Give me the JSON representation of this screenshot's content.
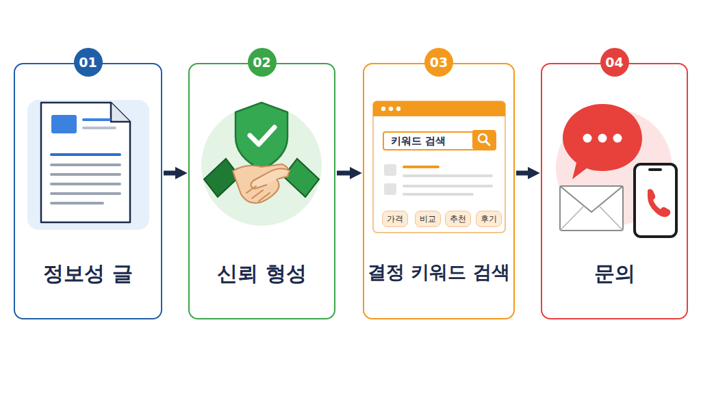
{
  "diagram": {
    "nodes": [
      {
        "text": [
          "정보성 글"
        ]
      },
      {
        "text": [
          "01"
        ],
        "in": 0
      },
      {
        "text": [
          "신뢰 형성"
        ]
      },
      {
        "text": [
          "02"
        ],
        "in": 2
      },
      {
        "text": [
          "결정 키워드 검색"
        ]
      },
      {
        "text": [
          "03"
        ],
        "in": 4
      },
      {
        "text": [
          "키워드 검색"
        ],
        "in": 4
      },
      {
        "text": [
          "가격"
        ],
        "in": 4
      },
      {
        "text": [
          "비교"
        ],
        "in": 4
      },
      {
        "text": [
          "추천"
        ],
        "in": 4
      },
      {
        "text": [
          "후기"
        ],
        "in": 4
      },
      {
        "text": [
          "문의"
        ]
      },
      {
        "text": [
          "04"
        ],
        "in": 11
      }
    ],
    "edges": [
      {
        "from": 0,
        "to": 2,
        "arrow": "to"
      },
      {
        "from": 2,
        "to": 4,
        "arrow": "to"
      },
      {
        "from": 4,
        "to": 11,
        "arrow": "to"
      }
    ]
  }
}
